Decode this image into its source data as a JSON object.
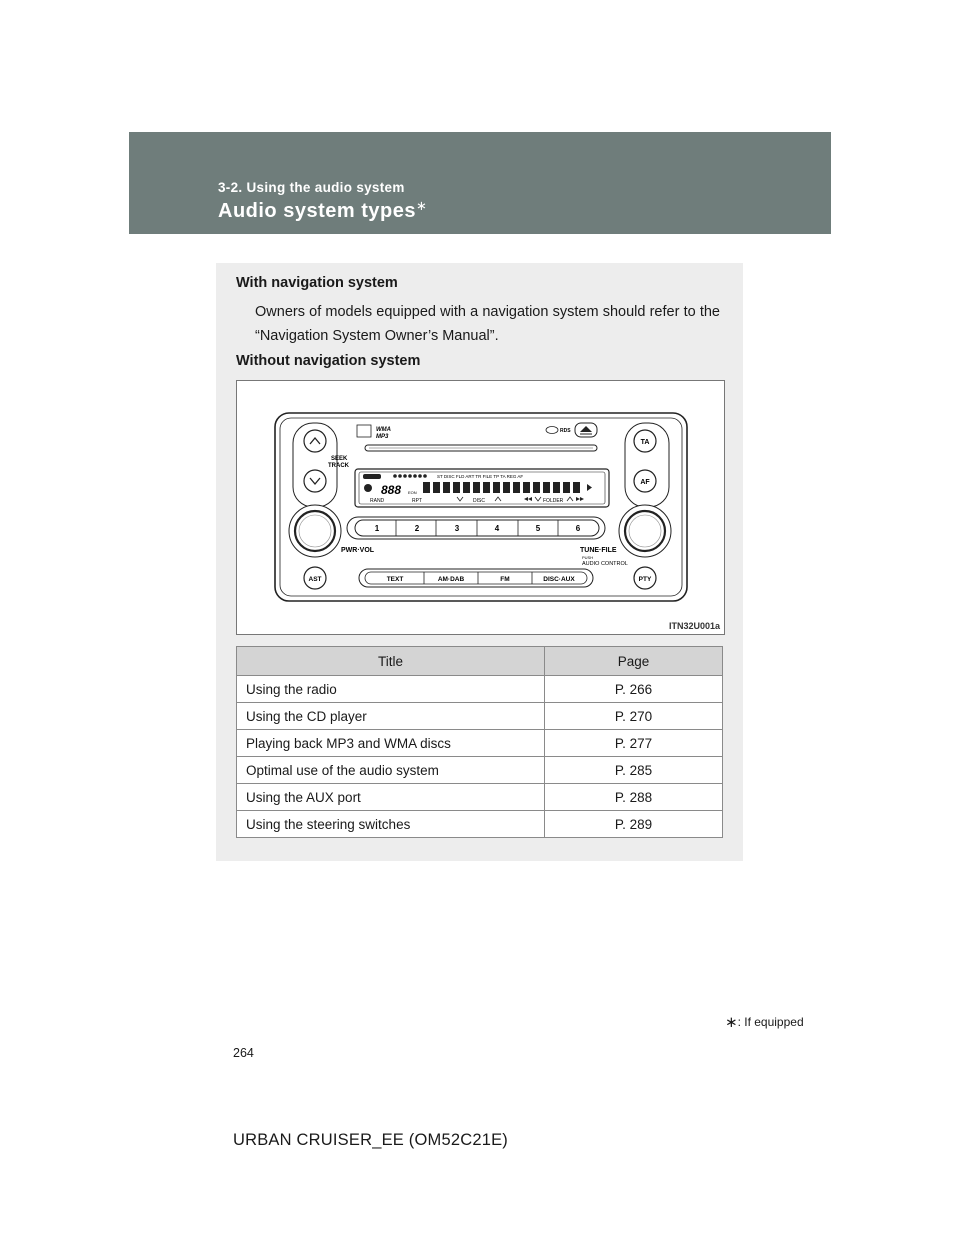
{
  "header": {
    "section": "3-2. Using the audio system",
    "title": "Audio system types",
    "title_mark": "∗"
  },
  "with_nav": {
    "heading": "With navigation system",
    "text": "Owners of models equipped with a navigation system should refer to the “Navigation System Owner’s Manual”."
  },
  "without_nav": {
    "heading": "Without navigation system"
  },
  "figure": {
    "code": "ITN32U001a",
    "unit": {
      "seek_label": "SEEK",
      "track_label": "TRACK",
      "pwr_vol_label": "PWR·VOL",
      "tune_file_label": "TUNE·FILE",
      "push_label": "PUSH",
      "audio_control_label": "AUDIO CONTROL",
      "ta_button": "TA",
      "af_button": "AF",
      "ast_button": "AST",
      "pty_button": "PTY",
      "wma_logo": "WMA",
      "mp3_logo": "MP3",
      "rds_logo": "RDS",
      "presets": [
        "1",
        "2",
        "3",
        "4",
        "5",
        "6"
      ],
      "mode_buttons": [
        "TEXT",
        "AM·DAB",
        "FM",
        "DISC·AUX"
      ],
      "display_top": "ST  DISC   FLD  ART  TR  FILE      TP  TA  REG  AF",
      "display_bottom_rand": "RAND",
      "display_bottom_rpt": "RPT",
      "display_bottom_disc": "DISC",
      "display_bottom_folder": "FOLDER",
      "display_digits": "888",
      "display_sub": "EON"
    }
  },
  "table": {
    "headers": [
      "Title",
      "Page"
    ],
    "rows": [
      [
        "Using the radio",
        "P. 266"
      ],
      [
        "Using the CD player",
        "P. 270"
      ],
      [
        "Playing back MP3 and WMA discs",
        "P. 277"
      ],
      [
        "Optimal use of the audio system",
        "P. 285"
      ],
      [
        "Using the AUX port",
        "P. 288"
      ],
      [
        "Using the steering switches",
        "P. 289"
      ]
    ]
  },
  "footnote": {
    "mark": "∗",
    "text": ": If equipped"
  },
  "page_number": "264",
  "doc_id": "URBAN CRUISER_EE (OM52C21E)"
}
